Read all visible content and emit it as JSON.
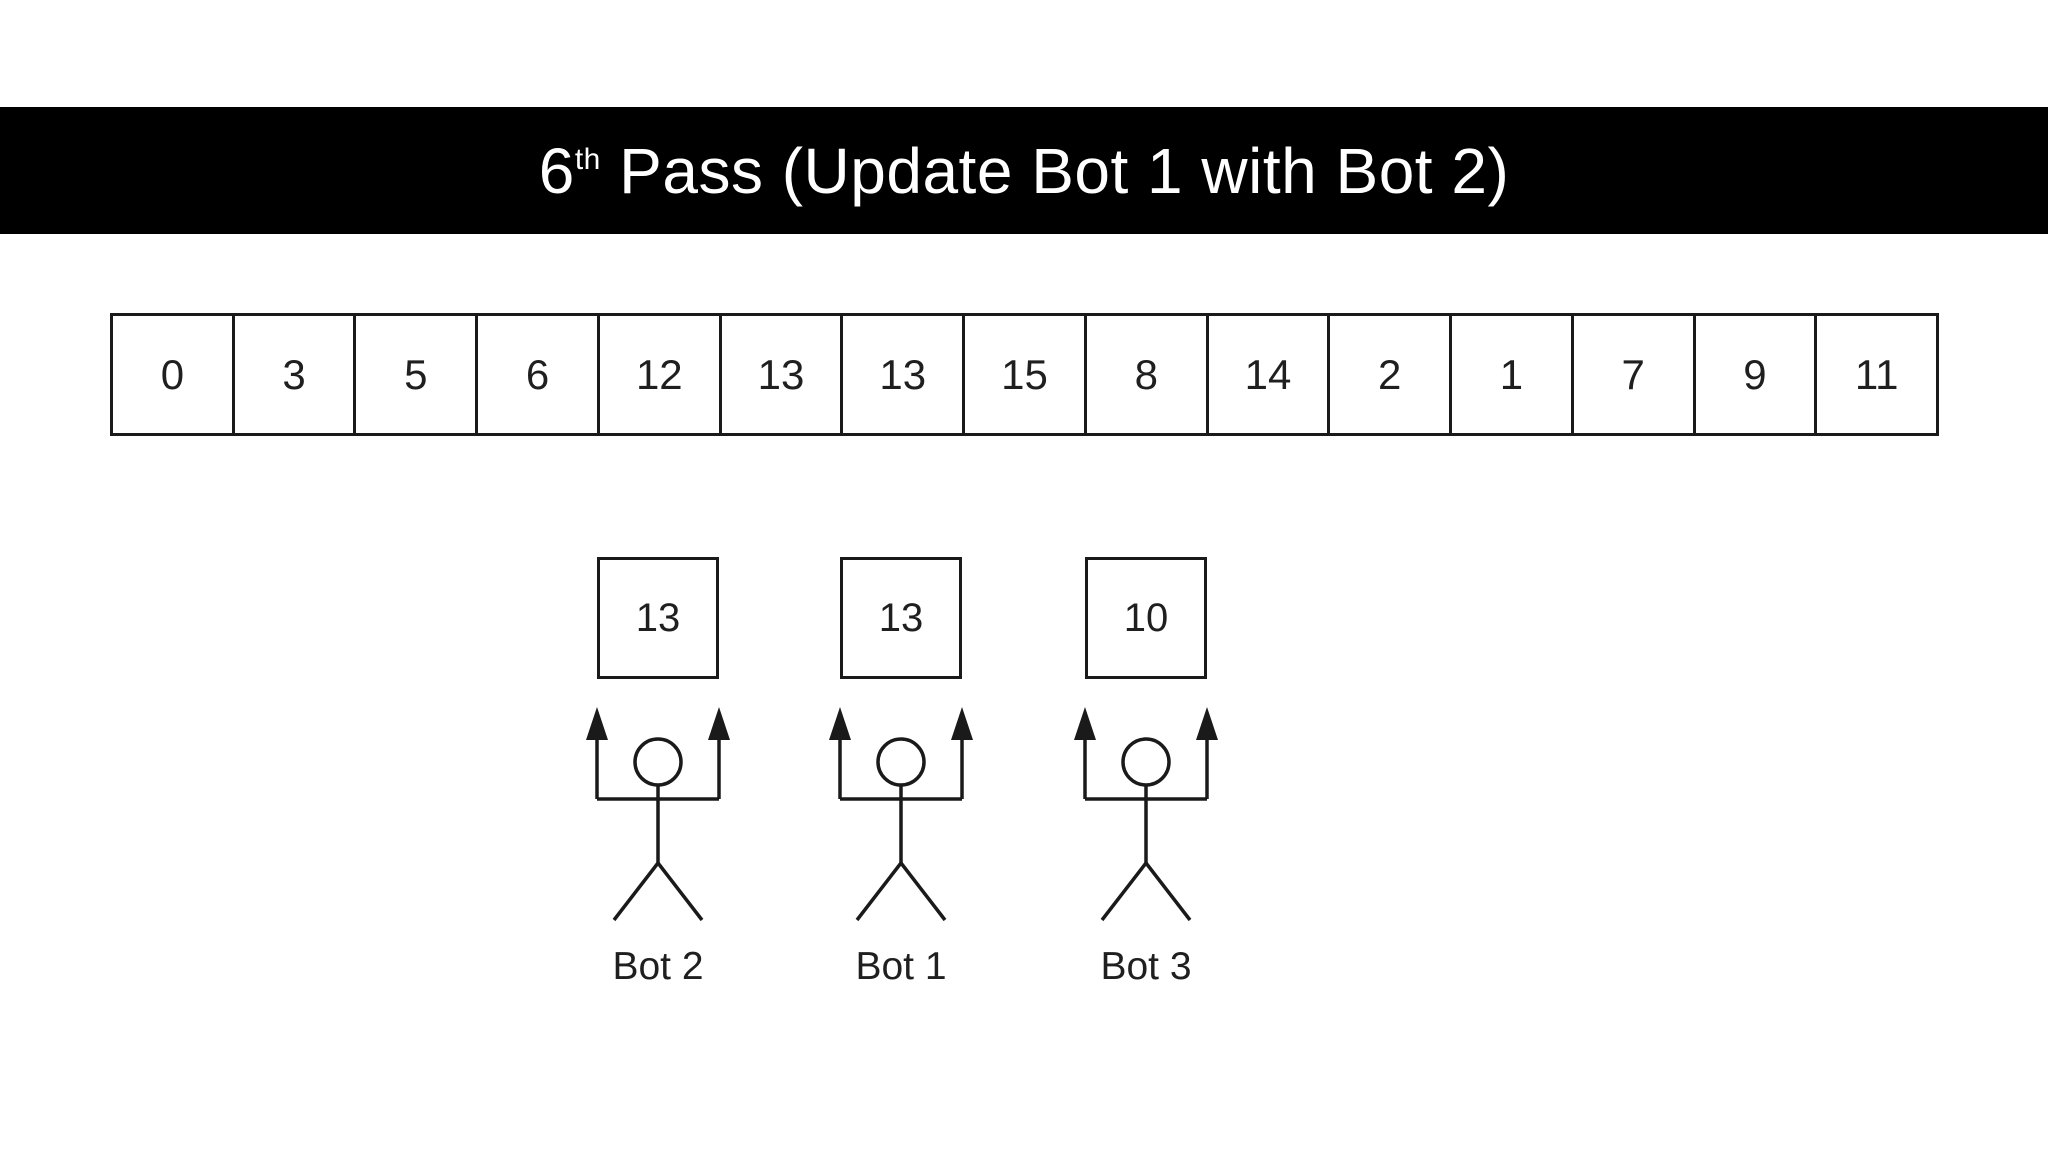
{
  "title": {
    "number": "6",
    "ordinal_suffix": "th",
    "rest": " Pass (Update Bot 1 with Bot 2)",
    "full_text": "6th Pass (Update Bot 1 with Bot 2)"
  },
  "array": {
    "cells": [
      "0",
      "3",
      "5",
      "6",
      "12",
      "13",
      "13",
      "15",
      "8",
      "14",
      "2",
      "1",
      "7",
      "9",
      "11"
    ]
  },
  "bots": [
    {
      "value": "13",
      "label": "Bot 2"
    },
    {
      "value": "13",
      "label": "Bot 1"
    },
    {
      "value": "10",
      "label": "Bot 3"
    }
  ],
  "colors": {
    "background": "#ffffff",
    "title_bar_bg": "#000000",
    "title_text": "#ffffff",
    "line": "#1a1a1a",
    "cell_bg": "#ffffff"
  }
}
